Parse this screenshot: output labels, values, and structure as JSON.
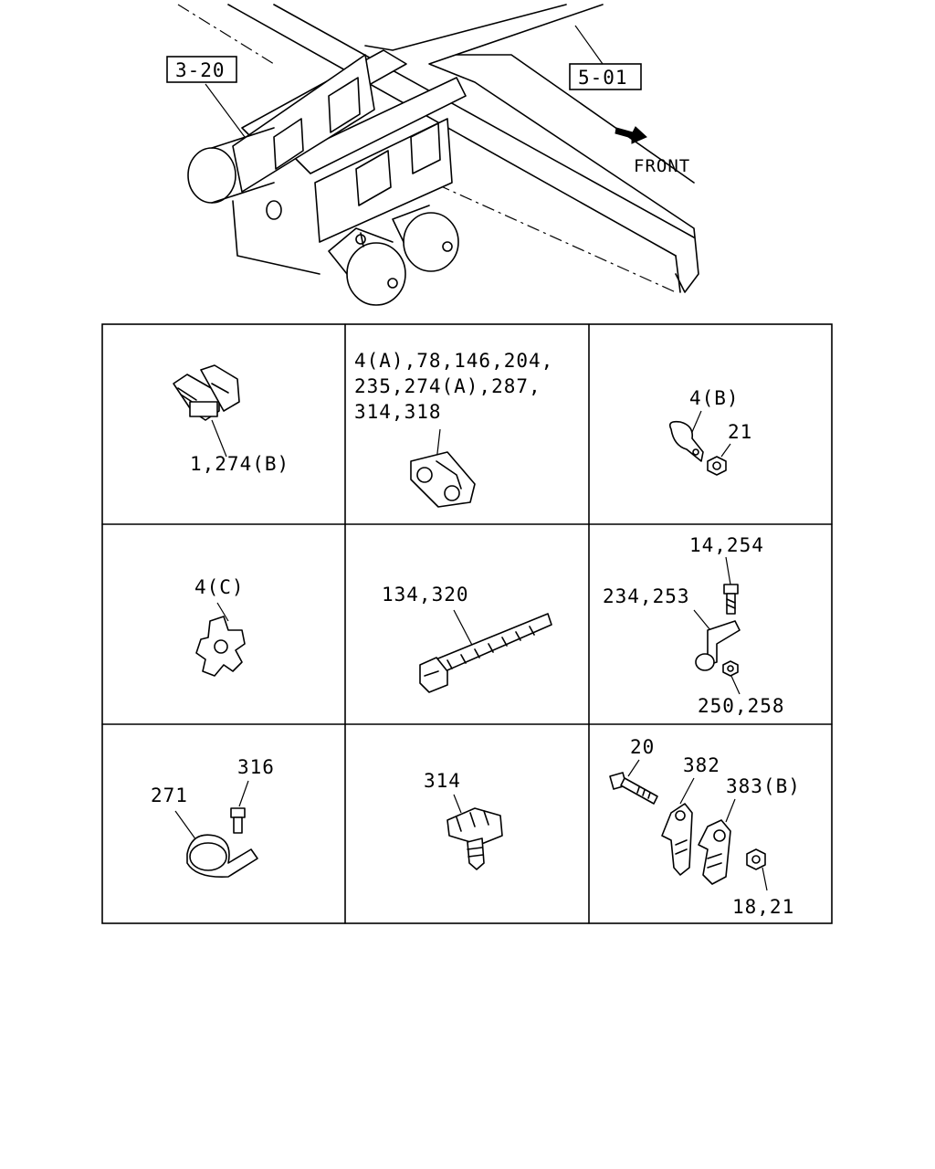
{
  "overview": {
    "ref_left": "3-20",
    "ref_right": "5-01",
    "front_label": "FRONT"
  },
  "cells": [
    {
      "id": "r1c1",
      "labels": [
        "1,274(B)"
      ]
    },
    {
      "id": "r1c2",
      "labels": [
        "4(A),78,146,204,",
        "235,274(A),287,",
        "314,318"
      ]
    },
    {
      "id": "r1c3",
      "labels": [
        "4(B)",
        "21"
      ]
    },
    {
      "id": "r2c1",
      "labels": [
        "4(C)"
      ]
    },
    {
      "id": "r2c2",
      "labels": [
        "134,320"
      ]
    },
    {
      "id": "r2c3",
      "labels": [
        "14,254",
        "234,253",
        "250,258"
      ]
    },
    {
      "id": "r3c1",
      "labels": [
        "316",
        "271"
      ]
    },
    {
      "id": "r3c2",
      "labels": [
        "314"
      ]
    },
    {
      "id": "r3c3",
      "labels": [
        "20",
        "382",
        "383(B)",
        "18,21"
      ]
    }
  ]
}
